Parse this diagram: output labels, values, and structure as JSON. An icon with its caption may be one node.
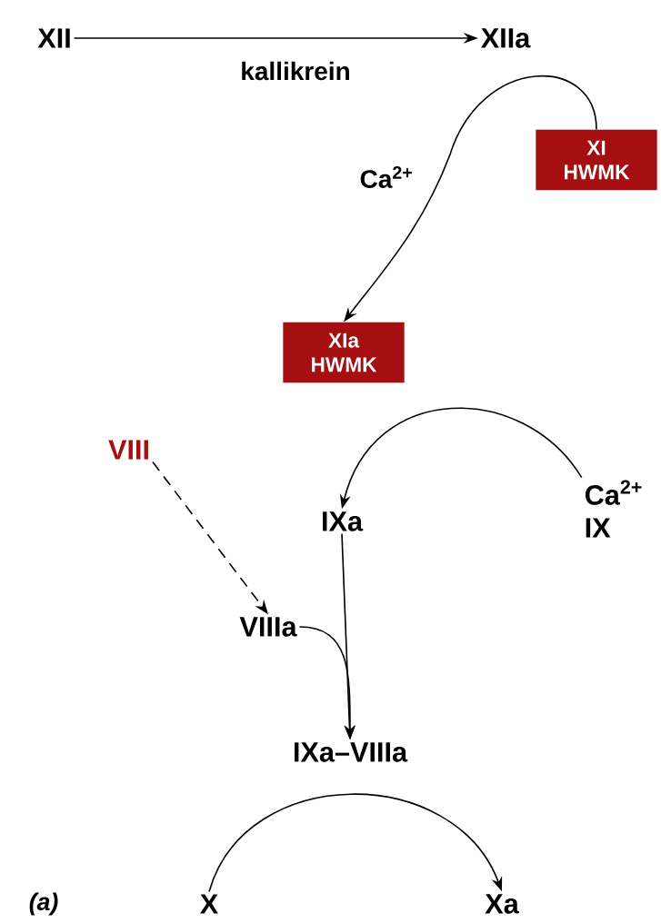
{
  "diagram": {
    "nodes": [
      {
        "text": [
          "XII"
        ]
      },
      {
        "text": [
          "XIIa"
        ]
      },
      {
        "text": [
          "XI HWMK"
        ]
      },
      {
        "text": [
          "XIa HWMK"
        ]
      },
      {
        "text": [
          "VIII"
        ]
      },
      {
        "text": [
          "Ca$^{2+}$ IX"
        ]
      },
      {
        "text": [
          "IXa"
        ]
      },
      {
        "text": [
          "VIIIa"
        ]
      },
      {
        "text": [
          "IXa–VIIIa"
        ]
      },
      {
        "text": [
          "X"
        ]
      },
      {
        "text": [
          "Xa"
        ]
      }
    ],
    "edges": [
      {
        "from": 0,
        "to": 1,
        "arrow": "to",
        "label": "kallikrein"
      },
      {
        "from": 2,
        "to": 3,
        "arrow": "to",
        "label": "Ca$^{2+}$"
      },
      {
        "from": 5,
        "to": 6,
        "arrow": "to"
      },
      {
        "from": 4,
        "to": 7,
        "arrow": "to",
        "style": "dashed"
      },
      {
        "from": 6,
        "to": 8,
        "arrow": "to"
      },
      {
        "from": 7,
        "to": 8,
        "arrow": "to"
      },
      {
        "from": 9,
        "to": 10,
        "arrow": "to"
      }
    ],
    "labels": [
      "(a)"
    ]
  }
}
